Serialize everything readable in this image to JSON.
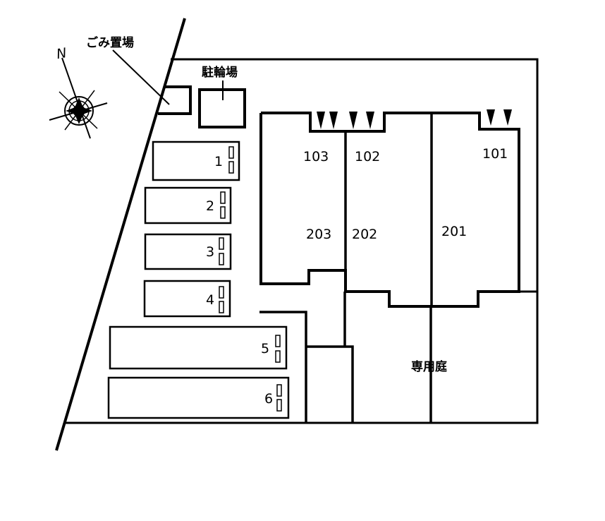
{
  "labels": {
    "garbage": "ごみ置場",
    "bicycle": "駐輪場",
    "garden": "専用庭",
    "north": "N"
  },
  "units": {
    "u101": "101",
    "u102": "102",
    "u103": "103",
    "u201": "201",
    "u202": "202",
    "u203": "203"
  },
  "parking": [
    "1",
    "2",
    "3",
    "4",
    "5",
    "6"
  ]
}
